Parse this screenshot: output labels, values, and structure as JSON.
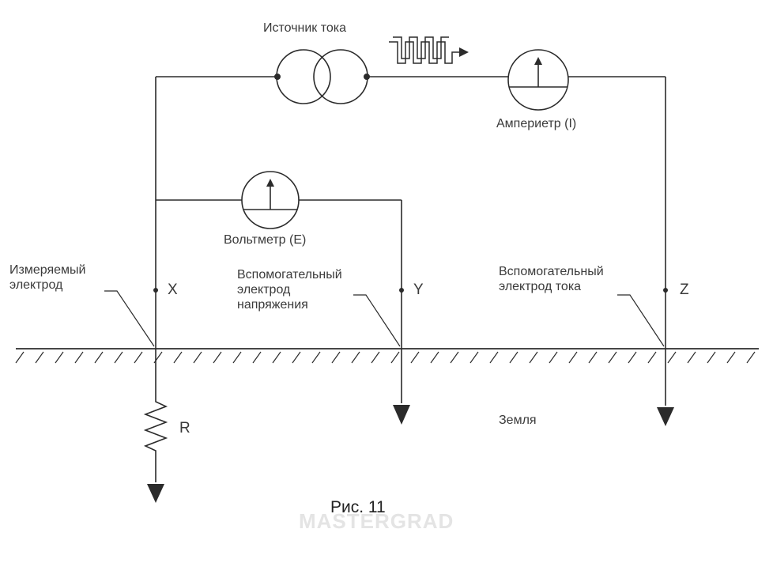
{
  "labels": {
    "source": "Источник тока",
    "ammeter": "Ампериетр (I)",
    "voltmeter": "Вольтметр (E)",
    "measured_electrode": "Измеряемый\nэлектрод",
    "voltage_electrode": "Вспомогательный\nэлектрод\nнапряжения",
    "current_electrode": "Вспомогательный\nэлектрод тока",
    "x": "X",
    "y": "Y",
    "z": "Z",
    "r": "R",
    "earth": "Земля",
    "figure": "Рис. 11",
    "watermark": "MASTERGRAD"
  },
  "colors": {
    "line": "#2b2b2b",
    "text": "#3a3a3a",
    "watermark": "#e4e4e4"
  },
  "icons": [
    "current-source-icon",
    "ammeter-icon",
    "voltmeter-icon",
    "square-wave-icon",
    "ground-symbol-icon",
    "resistor-icon"
  ]
}
